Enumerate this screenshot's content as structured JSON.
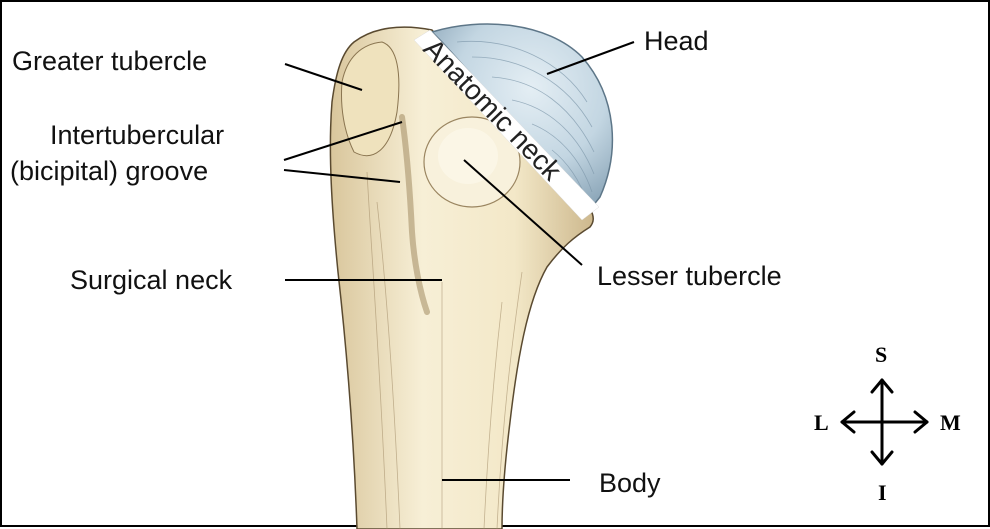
{
  "labels": {
    "greater_tubercle": "Greater tubercle",
    "intertubercular_1": "Intertubercular",
    "intertubercular_2": "(bicipital) groove",
    "surgical_neck": "Surgical neck",
    "head": "Head",
    "anatomic_neck": "Anatomic neck",
    "lesser_tubercle": "Lesser tubercle",
    "body": "Body"
  },
  "compass": {
    "superior": "S",
    "inferior": "I",
    "lateral": "L",
    "medial": "M"
  },
  "colors": {
    "bone": "#f5ecd0",
    "bone_shade": "#c9b48a",
    "head": "#c8dbe6",
    "head_shade": "#8fa9bb",
    "neck_band": "#ffffff",
    "line": "#000000"
  }
}
